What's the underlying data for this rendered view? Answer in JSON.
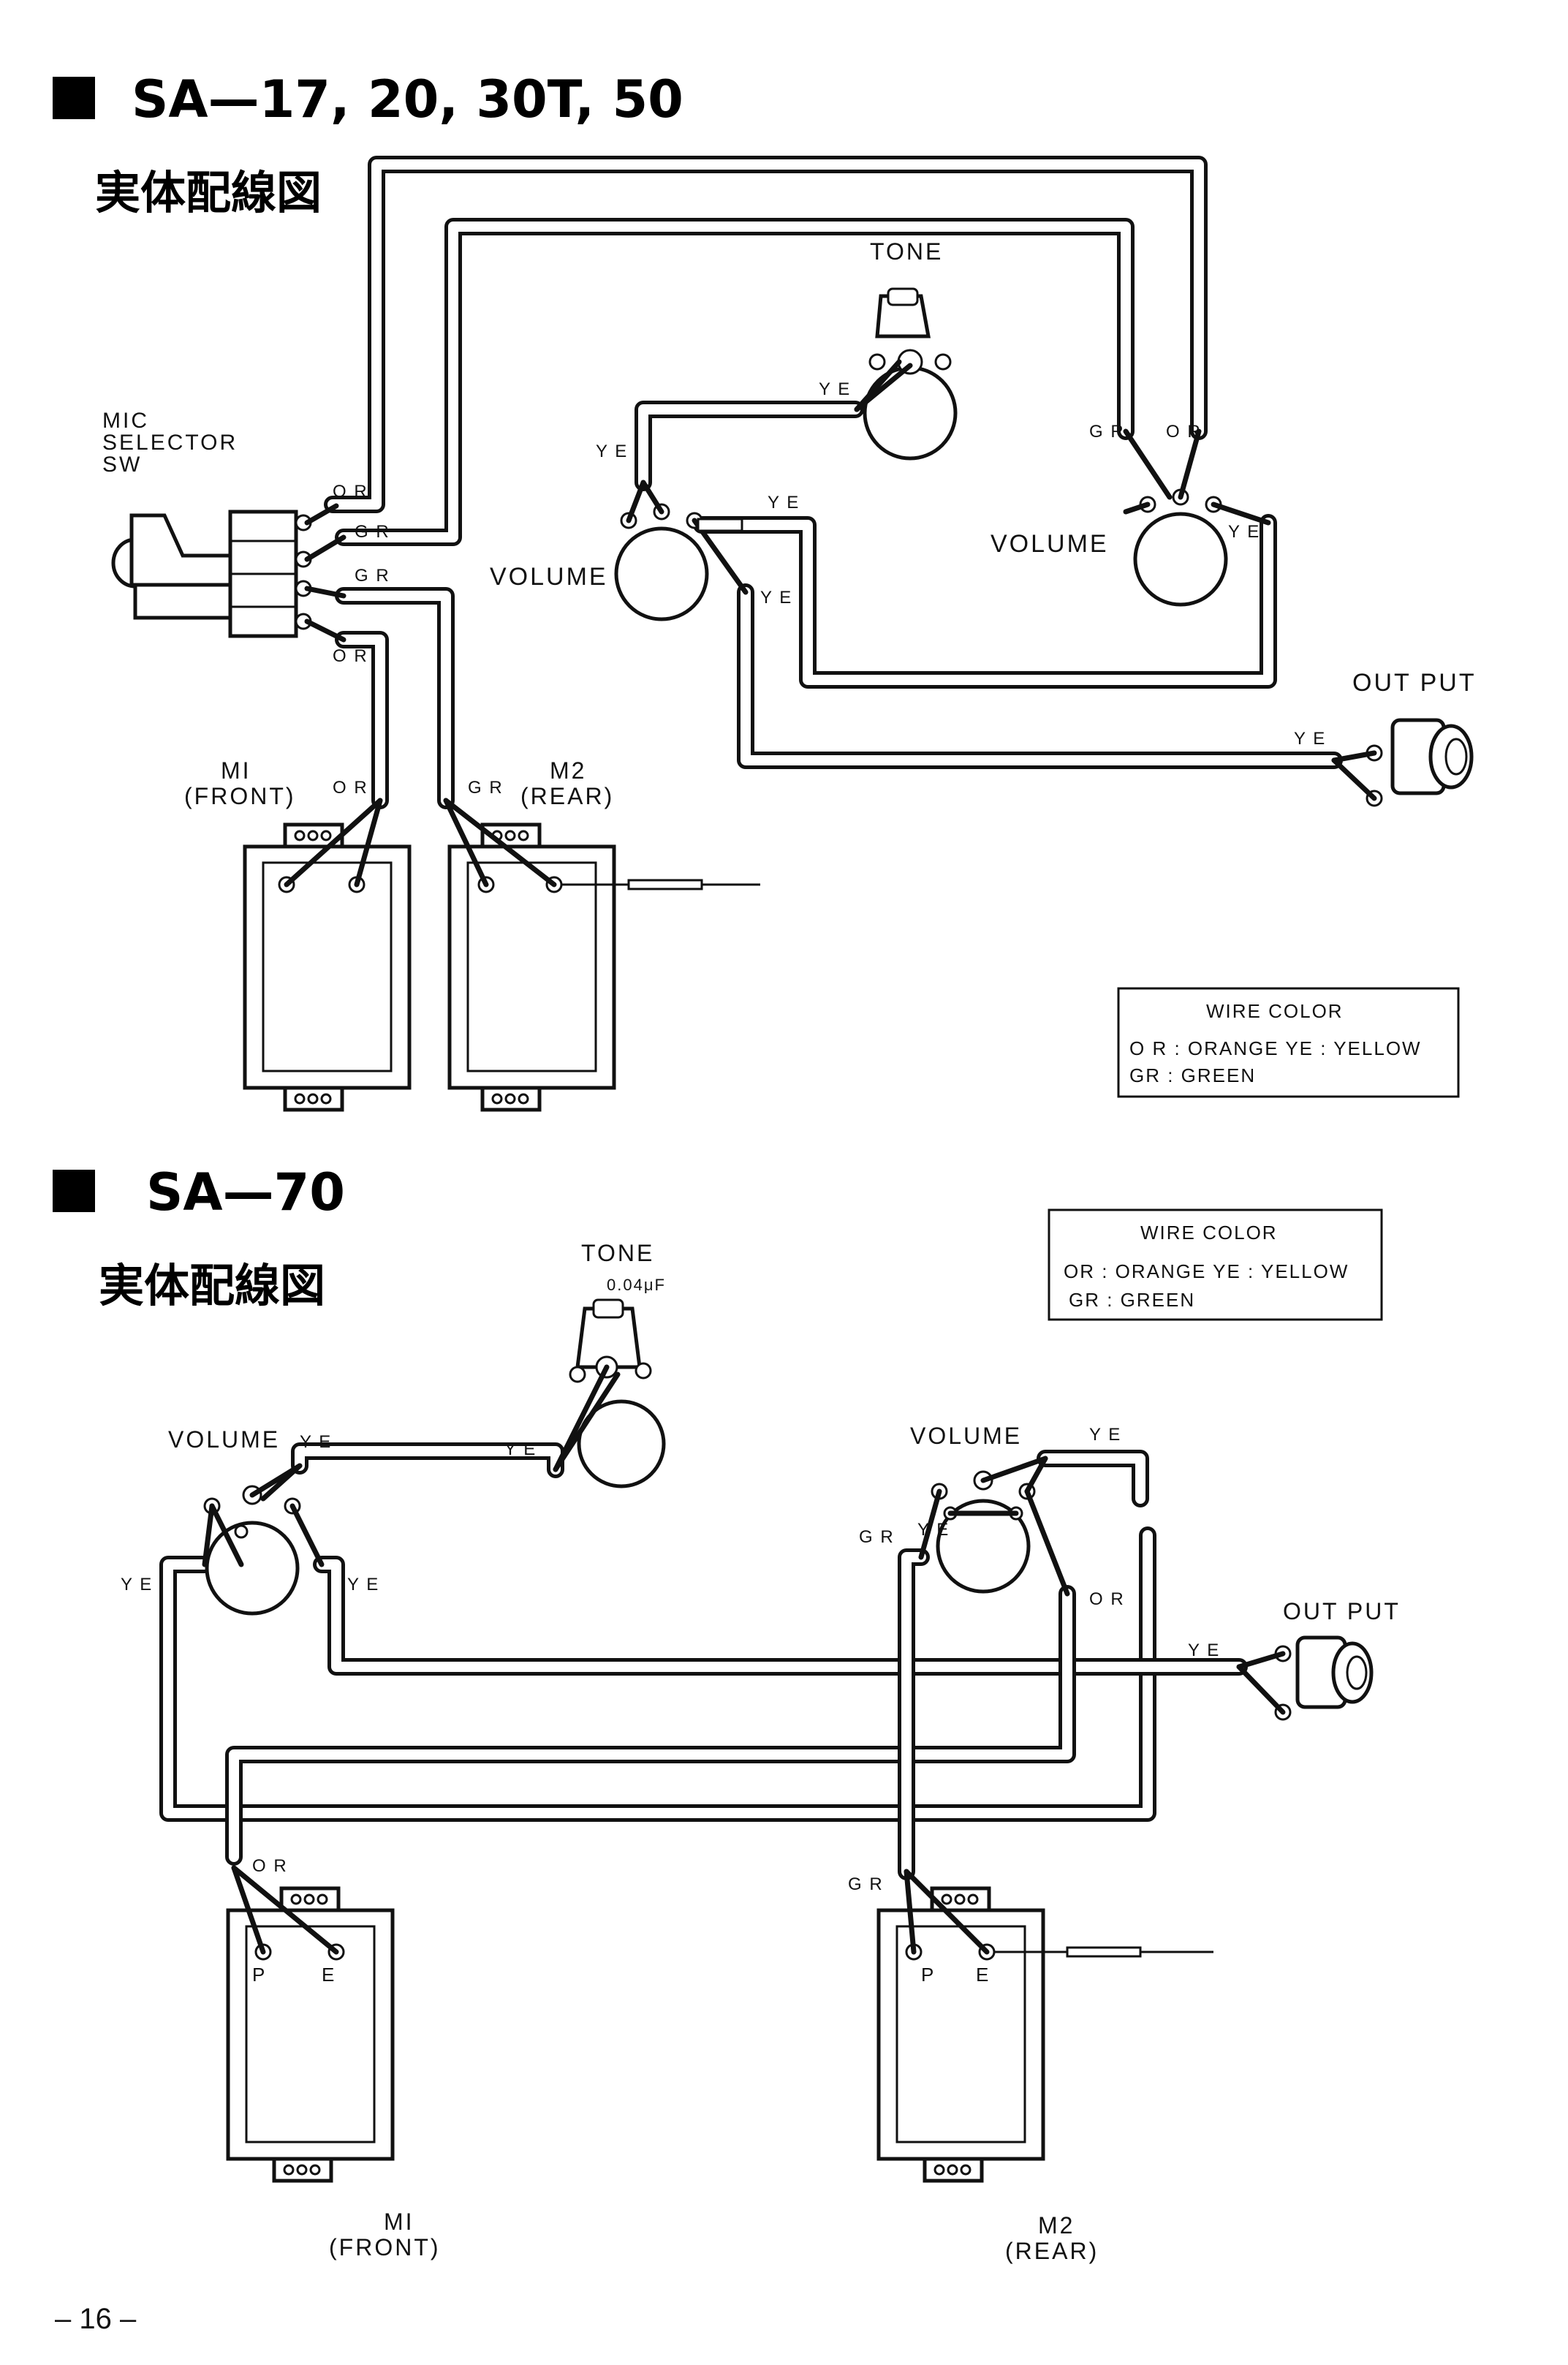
{
  "section1": {
    "title": "SA—17, 20, 30T, 50",
    "subtitle": "実体配線図",
    "labels": {
      "mic_selector": [
        "MIC",
        "SELECTOR",
        "SW"
      ],
      "tone": "TONE",
      "volume_left": "VOLUME",
      "volume_right": "VOLUME",
      "output": "OUT PUT",
      "m1": [
        "MI",
        "(FRONT)"
      ],
      "m2": [
        "M2",
        "(REAR)"
      ]
    },
    "wire_codes": {
      "or": "O R",
      "gr": "G R",
      "ye": "Y E"
    },
    "legend": {
      "title": "WIRE COLOR",
      "line1": "O R : ORANGE   YE : YELLOW",
      "line2": "GR : GREEN"
    }
  },
  "section2": {
    "title": "SA—70",
    "subtitle": "実体配線図",
    "labels": {
      "tone": "TONE",
      "tone_value": "0.04μF",
      "volume_left": "VOLUME",
      "volume_right": "VOLUME",
      "output": "OUT PUT",
      "m1": [
        "MI",
        "(FRONT)"
      ],
      "m2": [
        "M2",
        "(REAR)"
      ],
      "p": "P",
      "e": "E"
    },
    "wire_codes": {
      "or": "O R",
      "gr": "G R",
      "ye": "Y E"
    },
    "legend": {
      "title": "WIRE COLOR",
      "line1": "OR : ORANGE   YE : YELLOW",
      "line2": "GR : GREEN"
    }
  },
  "page_number": "– 16 –"
}
